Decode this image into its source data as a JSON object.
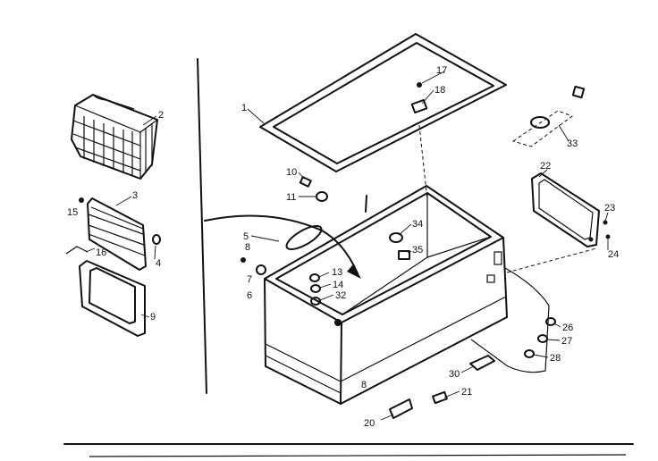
{
  "diagram": {
    "parts": [
      {
        "id": "lid-gasket",
        "label": "1"
      },
      {
        "id": "basket",
        "label": "2"
      },
      {
        "id": "louver-panel",
        "label": "3"
      },
      {
        "id": "clip",
        "label": "4"
      },
      {
        "id": "hose",
        "label": "5"
      },
      {
        "id": "hinge-nut",
        "label": "6"
      },
      {
        "id": "hinge-washer",
        "label": "7"
      },
      {
        "id": "hinge-screw",
        "label": "8"
      },
      {
        "id": "frame",
        "label": "9"
      },
      {
        "id": "screw-10",
        "label": "10"
      },
      {
        "id": "bracket-11",
        "label": "11"
      },
      {
        "id": "knob-13",
        "label": "13"
      },
      {
        "id": "washer-14",
        "label": "14"
      },
      {
        "id": "screw-15",
        "label": "15"
      },
      {
        "id": "spring-16",
        "label": "16"
      },
      {
        "id": "screw-17",
        "label": "17"
      },
      {
        "id": "latch-18",
        "label": "18"
      },
      {
        "id": "foot-20",
        "label": "20"
      },
      {
        "id": "plug-21",
        "label": "21"
      },
      {
        "id": "cover-plate",
        "label": "22"
      },
      {
        "id": "screw-23",
        "label": "23"
      },
      {
        "id": "grommet-24",
        "label": "24"
      },
      {
        "id": "clamp-26",
        "label": "26"
      },
      {
        "id": "screw-27",
        "label": "27"
      },
      {
        "id": "nut-28",
        "label": "28"
      },
      {
        "id": "drain-30",
        "label": "30"
      },
      {
        "id": "washer-32",
        "label": "32"
      },
      {
        "id": "thermostat-33",
        "label": "33"
      },
      {
        "id": "bracket-34",
        "label": "34"
      },
      {
        "id": "bracket-35",
        "label": "35"
      },
      {
        "id": "bottom-ref",
        "label": "8"
      }
    ]
  }
}
